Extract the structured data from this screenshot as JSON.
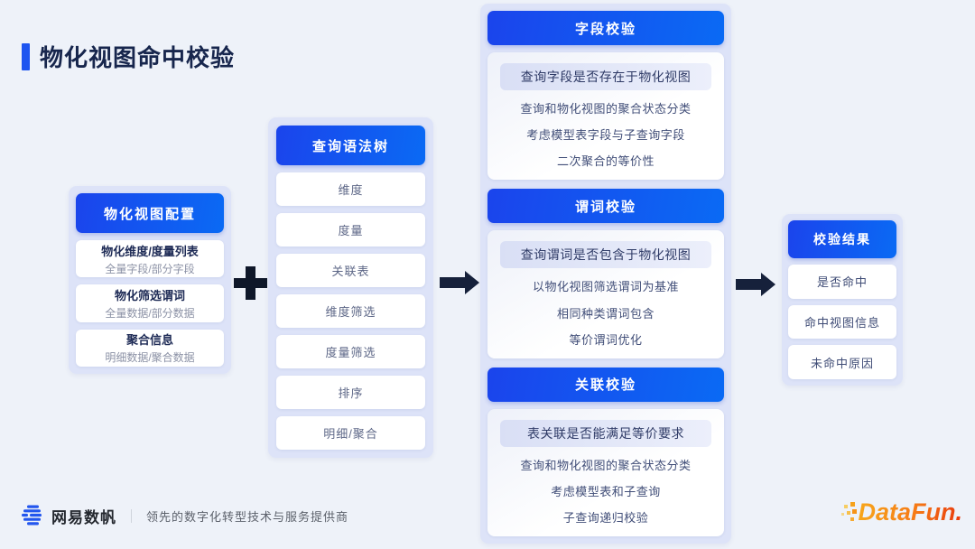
{
  "page": {
    "title": "物化视图命中校验",
    "footer": {
      "brand": "网易数帆",
      "separator": "｜",
      "tagline": "领先的数字化转型技术与服务提供商",
      "datafun": "DataFun."
    }
  },
  "diagram": {
    "config_box": {
      "header": "物化视图配置",
      "items": [
        {
          "title": "物化维度/度量列表",
          "subtitle": "全量字段/部分字段"
        },
        {
          "title": "物化筛选谓词",
          "subtitle": "全量数据/部分数据"
        },
        {
          "title": "聚合信息",
          "subtitle": "明细数据/聚合数据"
        }
      ]
    },
    "syntax_tree_box": {
      "header": "查询语法树",
      "items": [
        "维度",
        "度量",
        "关联表",
        "维度筛选",
        "度量筛选",
        "排序",
        "明细/聚合"
      ]
    },
    "validation_sections": [
      {
        "header": "字段校验",
        "highlight": "查询字段是否存在于物化视图",
        "points": [
          "查询和物化视图的聚合状态分类",
          "考虑模型表字段与子查询字段",
          "二次聚合的等价性"
        ]
      },
      {
        "header": "谓词校验",
        "highlight": "查询谓词是否包含于物化视图",
        "points": [
          "以物化视图筛选谓词为基准",
          "相同种类谓词包含",
          "等价谓词优化"
        ]
      },
      {
        "header": "关联校验",
        "highlight": "表关联是否能满足等价要求",
        "points": [
          "查询和物化视图的聚合状态分类",
          "考虑模型表和子查询",
          "子查询递归校验"
        ]
      }
    ],
    "result_box": {
      "header": "校验结果",
      "items": [
        "是否命中",
        "命中视图信息",
        "未命中原因"
      ]
    }
  },
  "colors": {
    "header_gradient_start": "#1b44ec",
    "header_gradient_end": "#0a6af4",
    "group_background": "#dde3f8",
    "page_background": "#eef2f9",
    "title_text": "#17264d",
    "arrow_dark_navy": "#16213b",
    "datafun_orange_start": "#f7a81b",
    "datafun_orange_end": "#e8380d",
    "netease_blue": "#2356ee"
  }
}
